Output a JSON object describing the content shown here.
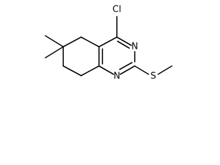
{
  "molecule": {
    "atoms": {
      "chlorine": "Cl",
      "nitrogen_3": "N",
      "nitrogen_1": "N",
      "sulfur": "S"
    }
  }
}
